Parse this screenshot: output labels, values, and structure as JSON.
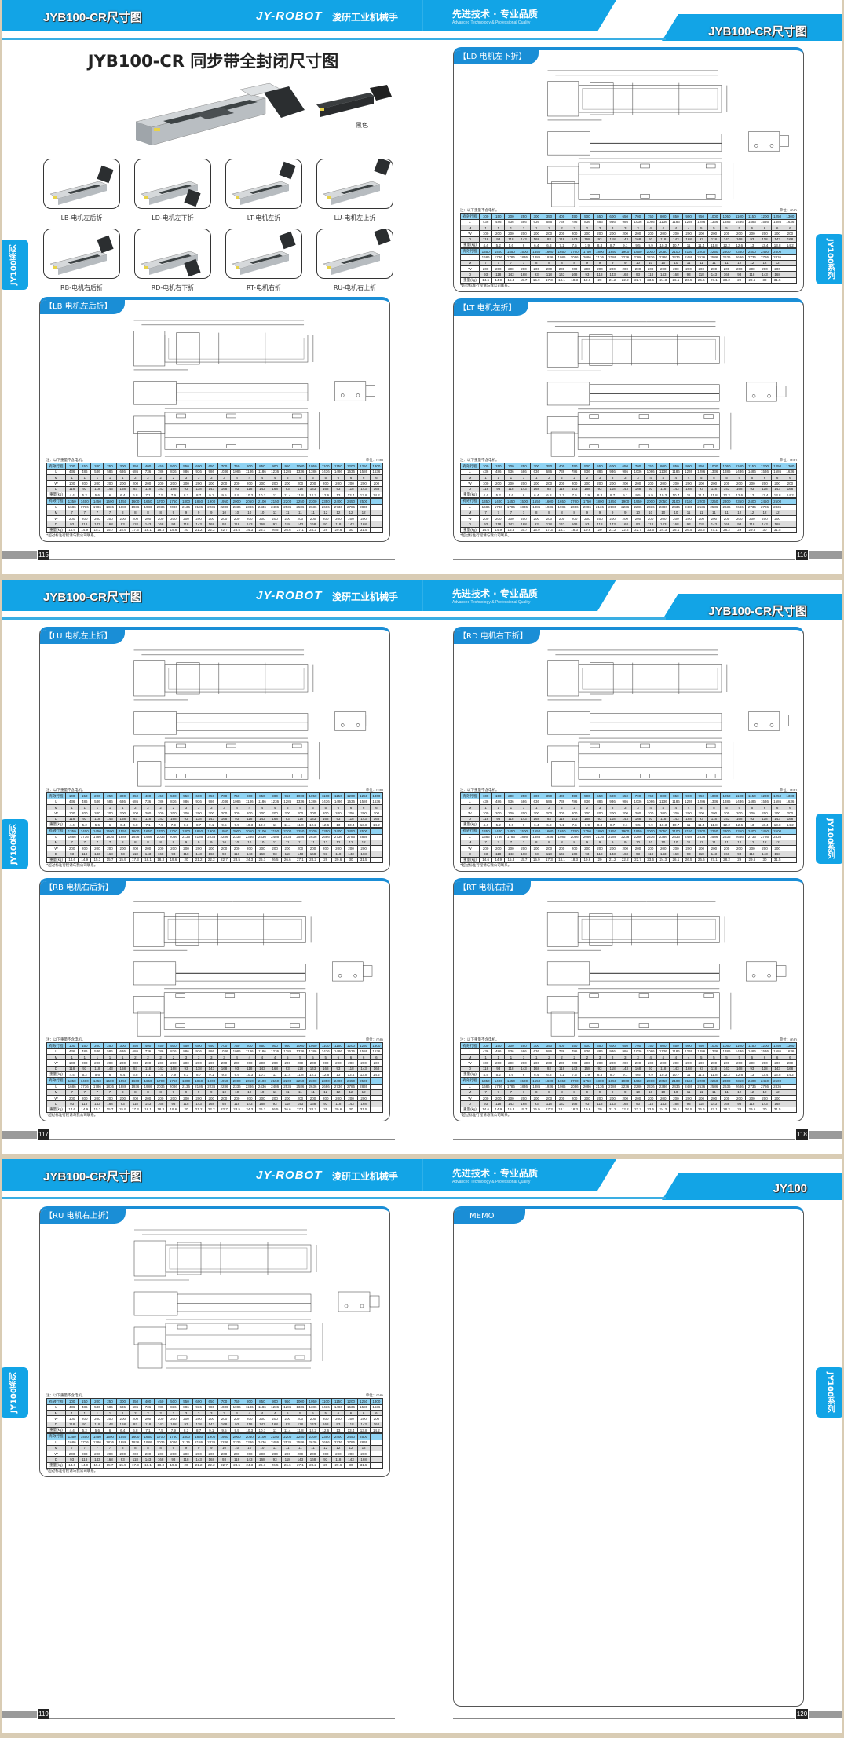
{
  "header": {
    "left_title": "JYB100-CR尺寸图",
    "logo": "JY-ROBOT",
    "company": "浚研工业机械手",
    "slogan": "先进技术 · 专业品质",
    "slogan_en": "Advanced Technology & Professional Quality"
  },
  "side_tab": "JY100系列",
  "spreads": [
    {
      "right_title": "JYB100-CR尺寸图",
      "pages": [
        "115",
        "116"
      ]
    },
    {
      "right_title": "JYB100-CR尺寸图",
      "pages": [
        "117",
        "118"
      ]
    },
    {
      "right_title": "JY100",
      "pages": [
        "119",
        "120"
      ]
    }
  ],
  "intro": {
    "title": "JYB100-CR 同步带全封闭尺寸图",
    "black_label": "黑色",
    "variants": [
      "LB-电机左后折",
      "LD-电机左下折",
      "LT-电机左折",
      "LU-电机左上折",
      "RB-电机右后折",
      "RD-电机右下折",
      "RT-电机右折",
      "RU-电机右上折"
    ]
  },
  "sections": [
    {
      "label": "【LB 电机左后折】"
    },
    {
      "label": "【LD 电机左下折】"
    },
    {
      "label": "【LT 电机左折】"
    },
    {
      "label": "【LU 电机左上折】"
    },
    {
      "label": "【RB 电机右后折】"
    },
    {
      "label": "【RD 电机右下折】"
    },
    {
      "label": "【RT 电机右折】"
    },
    {
      "label": "【RU 电机右上折】"
    }
  ],
  "memo_label": "MEMO",
  "table": {
    "note": "注：以下重量不含电机。",
    "unit": "单位：mm",
    "footnote": "*超过标准行程请与我公司联系。",
    "row_labels": [
      "有效行程",
      "L",
      "M",
      "W",
      "D",
      "重量(kg)"
    ],
    "halves": [
      {
        "stroke": [
          100,
          150,
          200,
          250,
          300,
          350,
          400,
          450,
          500,
          550,
          600,
          650,
          700,
          750,
          800,
          850,
          900,
          950,
          1000,
          1050,
          1100,
          1150,
          1200,
          1250,
          1300
        ],
        "L": [
          436,
          486,
          536,
          586,
          636,
          686,
          736,
          786,
          836,
          886,
          936,
          986,
          1036,
          1086,
          1136,
          1186,
          1236,
          1286,
          1336,
          1386,
          1436,
          1486,
          1536,
          1586,
          1636
        ],
        "M": [
          1,
          1,
          1,
          1,
          1,
          2,
          2,
          2,
          2,
          3,
          3,
          3,
          3,
          4,
          4,
          4,
          4,
          5,
          5,
          5,
          5,
          6,
          6,
          6,
          6
        ],
        "W": [
          100,
          200,
          200,
          200,
          200,
          200,
          200,
          200,
          200,
          200,
          200,
          200,
          200,
          200,
          200,
          200,
          200,
          200,
          200,
          200,
          200,
          200,
          200,
          200,
          200
        ],
        "D": [
          118,
          93,
          118,
          143,
          168,
          93,
          118,
          143,
          168,
          93,
          118,
          143,
          168,
          93,
          118,
          143,
          168,
          93,
          118,
          143,
          168,
          93,
          118,
          143,
          168
        ],
        "weight": [
          4.4,
          5.2,
          5.6,
          6.0,
          6.4,
          6.8,
          7.1,
          7.5,
          7.9,
          8.3,
          8.7,
          9.1,
          9.5,
          9.9,
          10.3,
          10.7,
          11.0,
          11.4,
          11.8,
          12.2,
          12.6,
          13.0,
          13.4,
          13.8,
          14.2
        ]
      },
      {
        "stroke": [
          1350,
          1400,
          1450,
          1500,
          1550,
          1600,
          1650,
          1700,
          1750,
          1800,
          1850,
          1900,
          1950,
          2000,
          2050,
          2100,
          2150,
          2200,
          2250,
          2300,
          2350,
          2400,
          2450,
          2500
        ],
        "L": [
          1686,
          1736,
          1786,
          1836,
          1886,
          1936,
          1986,
          2036,
          2086,
          2136,
          2186,
          2236,
          2286,
          2336,
          2386,
          2436,
          2486,
          2536,
          2586,
          2636,
          2686,
          2736,
          2786,
          2836
        ],
        "M": [
          7,
          7,
          7,
          7,
          8,
          8,
          8,
          8,
          9,
          9,
          9,
          9,
          10,
          10,
          10,
          10,
          11,
          11,
          11,
          11,
          12,
          12,
          12,
          12
        ],
        "W": [
          200,
          200,
          200,
          200,
          200,
          200,
          200,
          200,
          200,
          200,
          200,
          200,
          200,
          200,
          200,
          200,
          200,
          200,
          200,
          200,
          200,
          200,
          200,
          200
        ],
        "D": [
          93,
          118,
          143,
          168,
          93,
          118,
          143,
          168,
          93,
          118,
          143,
          168,
          93,
          118,
          143,
          168,
          93,
          118,
          143,
          168,
          93,
          118,
          143,
          168
        ],
        "weight": [
          14.6,
          14.9,
          15.3,
          15.7,
          15.9,
          17.3,
          18.1,
          18.3,
          19.6,
          20.0,
          21.2,
          22.2,
          22.7,
          23.5,
          24.3,
          26.1,
          26.5,
          26.6,
          27.1,
          28.2,
          29.0,
          29.6,
          30.0,
          31.5
        ]
      }
    ]
  },
  "colors": {
    "brand_blue": "#12a4e6",
    "section_blue": "#1a8ed6",
    "table_header": "#8fd3f3"
  }
}
